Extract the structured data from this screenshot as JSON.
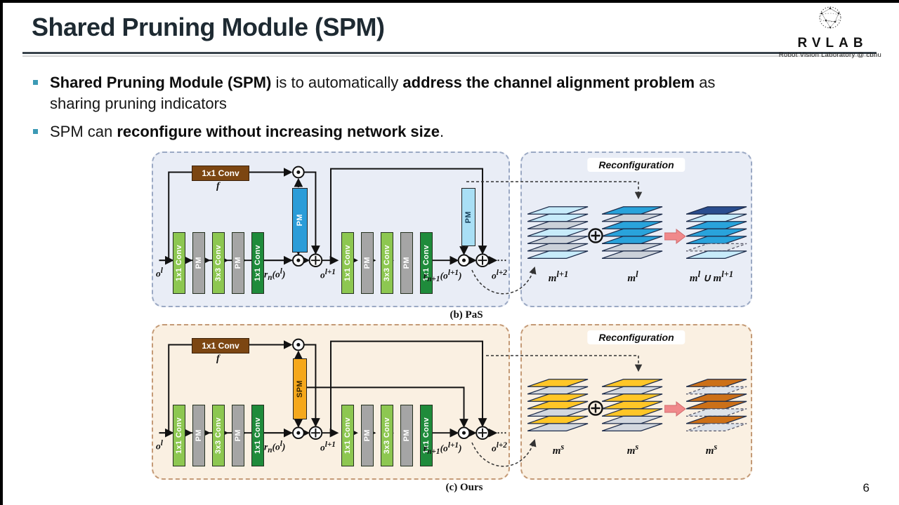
{
  "slide": {
    "title": "Shared Pruning Module (SPM)",
    "page_number": "6",
    "logo": {
      "brand": "RVLAB",
      "subtitle": "Robot Vision Laboratory @ cbnu"
    },
    "bullets": [
      {
        "segments": [
          {
            "text": "Shared Pruning Module (SPM)",
            "bold": true
          },
          {
            "text": " is to automatically ",
            "bold": false
          },
          {
            "text": "address the channel alignment problem",
            "bold": true
          },
          {
            "text": " as",
            "bold": false
          },
          {
            "br": true
          },
          {
            "text": "sharing pruning indicators",
            "bold": false
          }
        ]
      },
      {
        "segments": [
          {
            "text": "SPM can ",
            "bold": false
          },
          {
            "text": "reconfigure without increasing network size",
            "bold": true
          },
          {
            "text": ".",
            "bold": false
          }
        ]
      }
    ]
  },
  "colors": {
    "panel_b_bg": "#e9edf6",
    "panel_b_border": "#9ba9c4",
    "panel_c_bg": "#faf0e2",
    "panel_c_border": "#c49a76",
    "conv_light_green": "#8dc751",
    "conv_dark_green": "#1f8b3b",
    "pm_gray": "#a5a5a5",
    "pm_blue": "#2b9cd8",
    "pm_light_blue": "#a9dff5",
    "spm_yellow": "#f5a81c",
    "conv_brown": "#7c4612",
    "arrow_pink": "#f0898b",
    "accent_bullet": "#3c9ab5"
  },
  "diagram_b": {
    "caption": "(b) PaS",
    "f_conv_label": "1x1 Conv",
    "f_label": "f",
    "pm_label": "PM",
    "pm2_label": "PM",
    "conv_blocks": [
      {
        "label": "1x1 Conv",
        "bg": "#8dc751",
        "fg": "#ffffff"
      },
      {
        "label": "PM",
        "bg": "#a5a5a5",
        "fg": "#ffffff"
      },
      {
        "label": "3x3 Conv",
        "bg": "#8dc751",
        "fg": "#ffffff"
      },
      {
        "label": "PM",
        "bg": "#a5a5a5",
        "fg": "#ffffff"
      },
      {
        "label": "1x1 Conv",
        "bg": "#1f8b3b",
        "fg": "#ffffff"
      }
    ],
    "flow": {
      "input": "o<sup>l</sup>",
      "r1": "r<sub>n</sub>(o<sup>l</sup>)",
      "mid": "o<sup>l+1</sup>",
      "r2": "r<sub>n+1</sub>(o<sup>l+1</sup>)",
      "out": "o<sup>l+2</sup>"
    },
    "reconfig": {
      "title": "Reconfiguration",
      "stacks": [
        {
          "label": "m<sup>l+1</sup>",
          "layers": [
            {
              "color": "#c7ebfa"
            },
            {
              "color": "#c7ebfa"
            },
            {
              "color": "#cbd1d9"
            },
            {
              "color": "#c7ebfa"
            },
            {
              "color": "#cbd1d9"
            },
            {
              "color": "#cbd1d9"
            },
            {
              "color": "#c7ebfa"
            }
          ]
        },
        {
          "label": "m<sup>l</sup>",
          "layers": [
            {
              "color": "#29a3db"
            },
            {
              "color": "#cbd1d9"
            },
            {
              "color": "#29a3db"
            },
            {
              "color": "#29a3db"
            },
            {
              "color": "#29a3db"
            },
            {
              "color": "#cbd1d9"
            },
            {
              "color": "#cbd1d9"
            }
          ]
        },
        {
          "label": "m<sup>l</sup> ∪ m<sup>l+1</sup>",
          "layers": [
            {
              "color": "#2a4d8f"
            },
            {
              "color": "#c7ebfa"
            },
            {
              "color": "#29a3db"
            },
            {
              "color": "#29a3db"
            },
            {
              "color": "#29a3db"
            },
            {
              "color": "#dde2e9",
              "dashed": true
            },
            {
              "color": "#c7ebfa"
            }
          ]
        }
      ]
    }
  },
  "diagram_c": {
    "caption": "(c) Ours",
    "f_conv_label": "1x1 Conv",
    "f_label": "f",
    "spm_label": "SPM",
    "conv_blocks": [
      {
        "label": "1x1 Conv",
        "bg": "#8dc751",
        "fg": "#ffffff"
      },
      {
        "label": "PM",
        "bg": "#a5a5a5",
        "fg": "#ffffff"
      },
      {
        "label": "3x3 Conv",
        "bg": "#8dc751",
        "fg": "#ffffff"
      },
      {
        "label": "PM",
        "bg": "#a5a5a5",
        "fg": "#ffffff"
      },
      {
        "label": "1x1 Conv",
        "bg": "#1f8b3b",
        "fg": "#ffffff"
      }
    ],
    "flow": {
      "input": "o<sup>l</sup>",
      "r1": "r<sub>n</sub>(o<sup>l</sup>)",
      "mid": "o<sup>l+1</sup>",
      "r2": "r<sub>n+1</sub>(o<sup>l+1</sup>)",
      "out": "o<sup>l+2</sup>"
    },
    "reconfig": {
      "title": "Reconfiguration",
      "stacks": [
        {
          "label": "m<sup>s</sup>",
          "layers": [
            {
              "color": "#ffc627"
            },
            {
              "color": "#d3d8df"
            },
            {
              "color": "#ffc627"
            },
            {
              "color": "#ffc627"
            },
            {
              "color": "#d3d8df"
            },
            {
              "color": "#ffc627"
            },
            {
              "color": "#d3d8df"
            }
          ]
        },
        {
          "label": "m<sup>s</sup>",
          "layers": [
            {
              "color": "#ffc627"
            },
            {
              "color": "#d3d8df"
            },
            {
              "color": "#ffc627"
            },
            {
              "color": "#ffc627"
            },
            {
              "color": "#ffc627"
            },
            {
              "color": "#d3d8df"
            },
            {
              "color": "#d3d8df"
            }
          ]
        },
        {
          "label": "m<sup>s</sup>",
          "layers": [
            {
              "color": "#cc7018"
            },
            {
              "color": "#dde2e9",
              "dashed": true
            },
            {
              "color": "#cc7018"
            },
            {
              "color": "#cc7018"
            },
            {
              "color": "#dde2e9",
              "dashed": true
            },
            {
              "color": "#cc7018"
            },
            {
              "color": "#dde2e9",
              "dashed": true
            }
          ]
        }
      ]
    }
  }
}
